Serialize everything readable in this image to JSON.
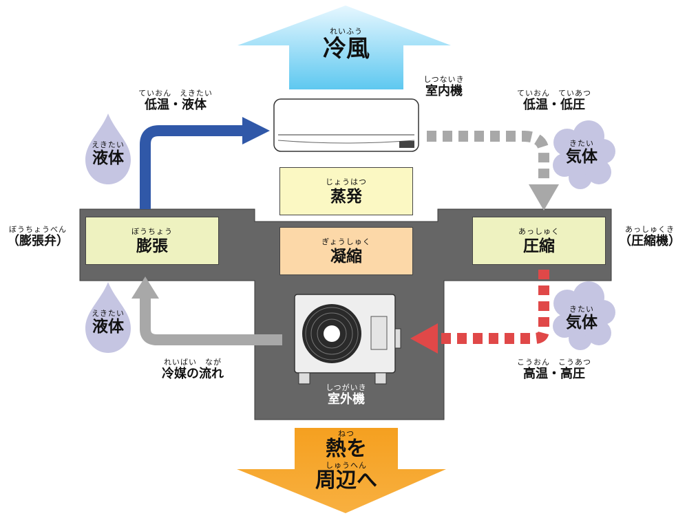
{
  "top_arrow": {
    "ruby": "れいふう",
    "text": "冷風"
  },
  "bottom_arrow": {
    "ruby1": "ねつ",
    "line1": "熱を",
    "ruby2": "しゅうへん",
    "line2": "周辺へ"
  },
  "indoor_unit": {
    "ruby": "しつないき",
    "text": "室内機"
  },
  "outdoor_unit": {
    "ruby": "しつがいき",
    "text": "室外機"
  },
  "labels": {
    "low_temp_liquid": {
      "ruby": "ていおん　えきたい",
      "text": "低温・液体"
    },
    "low_temp_low_pressure": {
      "ruby": "ていおん　ていあつ",
      "text": "低温・低圧"
    },
    "high_temp_high_pressure": {
      "ruby": "こうおん　こうあつ",
      "text": "高温・高圧"
    },
    "refrigerant_flow": {
      "ruby": "れいばい　なが",
      "text": "冷媒の流れ"
    },
    "expansion_valve": {
      "ruby": "ぼうちょうべん",
      "text": "（膨張弁）"
    },
    "compressor": {
      "ruby": "あっしゅくき",
      "text": "（圧縮機）"
    }
  },
  "drops": {
    "top": {
      "ruby": "えきたい",
      "text": "液体"
    },
    "bottom": {
      "ruby": "えきたい",
      "text": "液体"
    }
  },
  "clouds": {
    "top": {
      "ruby": "きたい",
      "text": "気体"
    },
    "bottom": {
      "ruby": "きたい",
      "text": "気体"
    }
  },
  "boxes": {
    "expansion": {
      "ruby": "ぼうちょう",
      "text": "膨張"
    },
    "evaporation": {
      "ruby": "じょうはつ",
      "text": "蒸発"
    },
    "condensation": {
      "ruby": "ぎょうしゅく",
      "text": "凝縮"
    },
    "compression": {
      "ruby": "あっしゅく",
      "text": "圧縮"
    }
  },
  "colors": {
    "cool_blue": "#5ec8f0",
    "warm_orange": "#f5a020",
    "dark_panel": "#666666",
    "liquid_blue": "#3058a8",
    "gray_flow": "#a8a8a8",
    "hot_red": "#e04848",
    "drop_lavender": "#c5c5e2",
    "box_yellow_green": "#eef2c0",
    "box_yellow": "#fbf8c3",
    "box_peach": "#fcd8a8"
  }
}
